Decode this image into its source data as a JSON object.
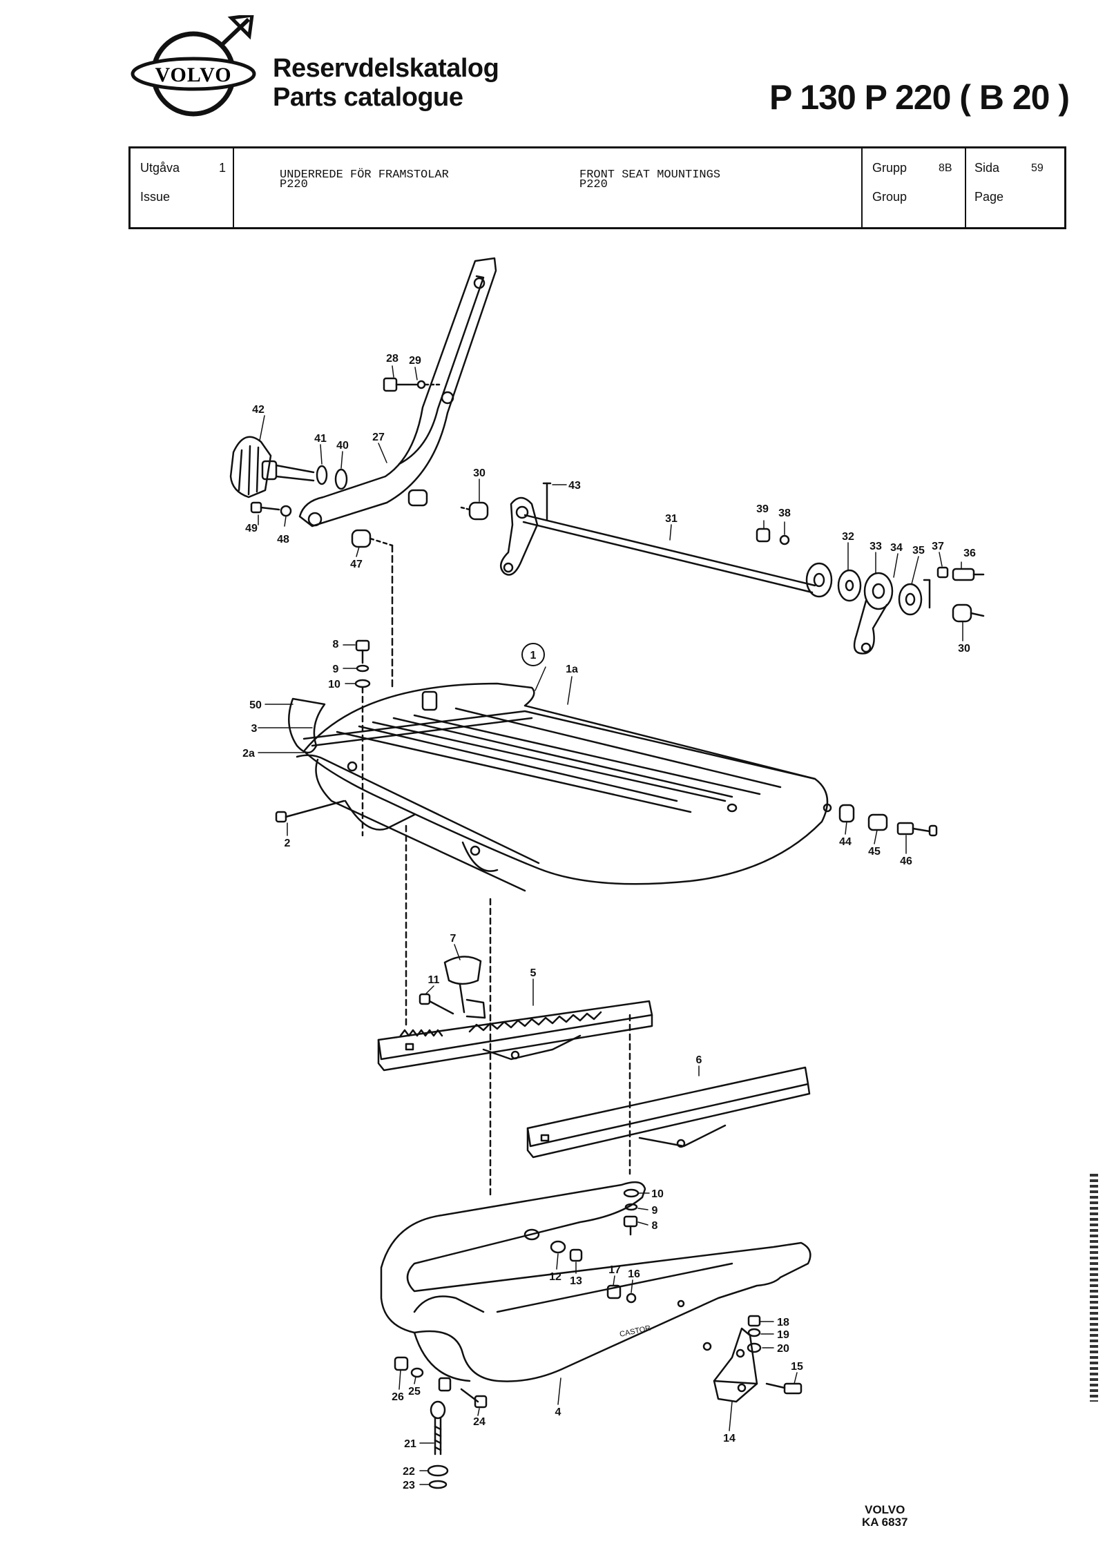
{
  "header": {
    "brand": "VOLVO",
    "catalog_sv": "Reservdelskatalog",
    "catalog_en": "Parts catalogue",
    "models": "P 130   P 220 ( B 20 )"
  },
  "info": {
    "issue_label_sv": "Utgåva",
    "issue_label_en": "Issue",
    "issue_value": "1",
    "title_sv": "UNDERREDE FÖR FRAMSTOLAR",
    "sub_sv": "P220",
    "title_en": "FRONT SEAT MOUNTINGS",
    "sub_en": "P220",
    "group_label_sv": "Grupp",
    "group_label_en": "Group",
    "group_value": "8B",
    "page_label_sv": "Sida",
    "page_label_en": "Page",
    "page_value": "59"
  },
  "part_labels": [
    {
      "id": "p28",
      "text": "28"
    },
    {
      "id": "p29",
      "text": "29"
    },
    {
      "id": "p42",
      "text": "42"
    },
    {
      "id": "p41",
      "text": "41"
    },
    {
      "id": "p40",
      "text": "40"
    },
    {
      "id": "p27",
      "text": "27"
    },
    {
      "id": "p30a",
      "text": "30"
    },
    {
      "id": "p43",
      "text": "43"
    },
    {
      "id": "p31",
      "text": "31"
    },
    {
      "id": "p39",
      "text": "39"
    },
    {
      "id": "p38",
      "text": "38"
    },
    {
      "id": "p32",
      "text": "32"
    },
    {
      "id": "p33",
      "text": "33"
    },
    {
      "id": "p34",
      "text": "34"
    },
    {
      "id": "p35",
      "text": "35"
    },
    {
      "id": "p37",
      "text": "37"
    },
    {
      "id": "p36",
      "text": "36"
    },
    {
      "id": "p30b",
      "text": "30"
    },
    {
      "id": "p49",
      "text": "49"
    },
    {
      "id": "p48",
      "text": "48"
    },
    {
      "id": "p47",
      "text": "47"
    },
    {
      "id": "p8a",
      "text": "8"
    },
    {
      "id": "p9a",
      "text": "9"
    },
    {
      "id": "p10a",
      "text": "10"
    },
    {
      "id": "p1",
      "text": "1"
    },
    {
      "id": "p1a",
      "text": "1a"
    },
    {
      "id": "p50",
      "text": "50"
    },
    {
      "id": "p3",
      "text": "3"
    },
    {
      "id": "p2a",
      "text": "2a"
    },
    {
      "id": "p2",
      "text": "2"
    },
    {
      "id": "p44",
      "text": "44"
    },
    {
      "id": "p45",
      "text": "45"
    },
    {
      "id": "p46",
      "text": "46"
    },
    {
      "id": "p7",
      "text": "7"
    },
    {
      "id": "p11",
      "text": "11"
    },
    {
      "id": "p5",
      "text": "5"
    },
    {
      "id": "p6",
      "text": "6"
    },
    {
      "id": "p10b",
      "text": "10"
    },
    {
      "id": "p9b",
      "text": "9"
    },
    {
      "id": "p8b",
      "text": "8"
    },
    {
      "id": "p12",
      "text": "12"
    },
    {
      "id": "p13",
      "text": "13"
    },
    {
      "id": "p17",
      "text": "17"
    },
    {
      "id": "p16",
      "text": "16"
    },
    {
      "id": "p18",
      "text": "18"
    },
    {
      "id": "p19",
      "text": "19"
    },
    {
      "id": "p20",
      "text": "20"
    },
    {
      "id": "p15",
      "text": "15"
    },
    {
      "id": "p26",
      "text": "26"
    },
    {
      "id": "p25",
      "text": "25"
    },
    {
      "id": "p21",
      "text": "21"
    },
    {
      "id": "p24",
      "text": "24"
    },
    {
      "id": "p4",
      "text": "4"
    },
    {
      "id": "p14",
      "text": "14"
    },
    {
      "id": "p22",
      "text": "22"
    },
    {
      "id": "p23",
      "text": "23"
    }
  ],
  "frame_marking": "CASTOR",
  "footer": {
    "brand": "VOLVO",
    "code": "KA 6837"
  }
}
